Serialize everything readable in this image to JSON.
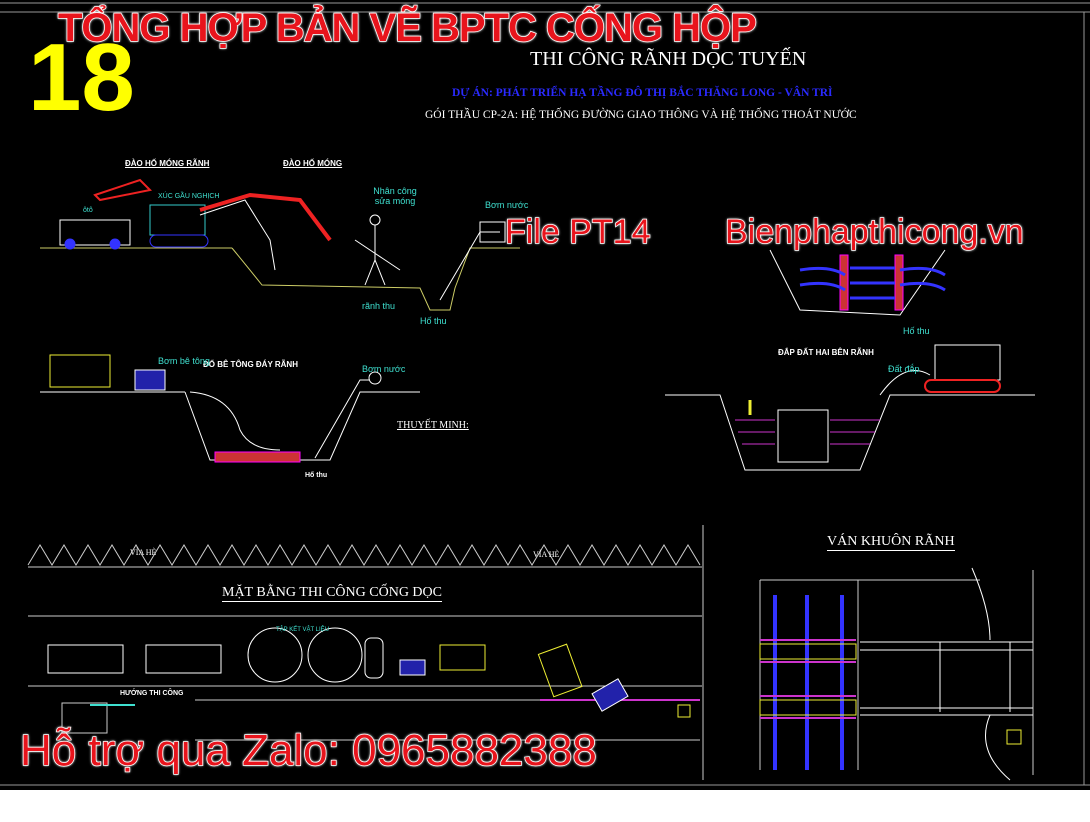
{
  "overlays": {
    "main_title": "TỔNG HỢP BẢN VẼ BPTC CỐNG HỘP",
    "number": "18",
    "file_watermark": "File PT14",
    "site_watermark": "Bienphapthicong.vn",
    "support": "Hỗ trợ qua Zalo: 0965882388"
  },
  "drawing": {
    "title": "THI CÔNG RÃNH DỌC TUYẾN",
    "project": "DỰ ÁN: PHÁT TRIỂN HẠ TẦNG ĐÔ THỊ BẮC THĂNG LONG - VÂN TRÌ",
    "package": "GÓI THẦU CP-2A: HỆ THỐNG ĐƯỜNG GIAO THÔNG VÀ HỆ THỐNG THOÁT NƯỚC"
  },
  "section_excavation": {
    "label_trench": "ĐÀO HỐ MÓNG RÃNH",
    "label_pit": "ĐÀO HỐ MÓNG",
    "truck": "ôtô",
    "excavator": "XÚC GẦU NGHỊCH",
    "worker": "Nhân công sửa móng",
    "pump": "Bơm nước",
    "ditch": "rãnh thu",
    "sump": "Hố thu"
  },
  "section_concrete": {
    "label": "ĐỔ BÊ TÔNG ĐÁY RÃNH",
    "concrete_pump": "Bơm bê tông",
    "water_pump": "Bơm nước",
    "sump": "Hố thu"
  },
  "notes": {
    "heading": "THUYẾT MINH:"
  },
  "section_formwork_side": {
    "sump": "Hố thu"
  },
  "section_backfill": {
    "label": "ĐẮP ĐẤT HAI BÊN RÃNH",
    "fill": "Đất đắp"
  },
  "plan": {
    "sidewalk_left": "VỈA HÈ",
    "sidewalk_right": "VỈA HÈ",
    "title": "MẶT BẰNG THI CÔNG CỐNG DỌC",
    "material": "TẬP KẾT VẬT LIỆU",
    "direction": "HƯỚNG THI CÔNG"
  },
  "formwork": {
    "title": "VÁN KHUÔN RÃNH"
  },
  "colors": {
    "background": "#000000",
    "overlay_red": "#e8141c",
    "number_yellow": "#ffff00",
    "project_blue": "#2a2aff",
    "label_cyan": "#3fe0d0"
  }
}
